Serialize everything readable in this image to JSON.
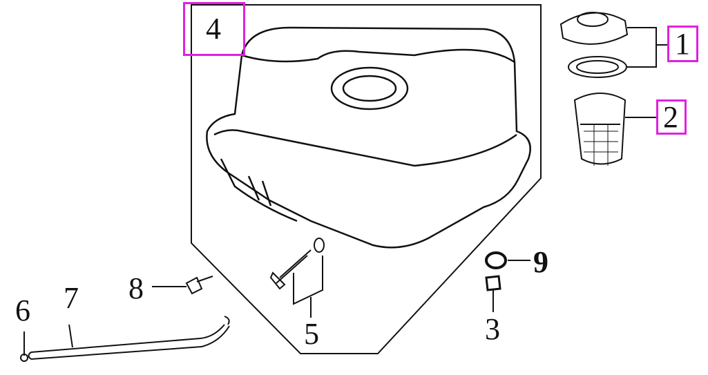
{
  "diagram": {
    "highlight_color": "#e020e0",
    "line_color": "#111111",
    "callouts": [
      {
        "id": "1",
        "part": "fuel-cap-and-gasket"
      },
      {
        "id": "2",
        "part": "fuel-strainer"
      },
      {
        "id": "3",
        "part": "drain-nut"
      },
      {
        "id": "4",
        "part": "fuel-tank"
      },
      {
        "id": "5",
        "part": "fuel-cock"
      },
      {
        "id": "6",
        "part": "hose-clip"
      },
      {
        "id": "7",
        "part": "fuel-hose"
      },
      {
        "id": "8",
        "part": "flange-bolt"
      },
      {
        "id": "9",
        "part": "washer"
      }
    ]
  }
}
